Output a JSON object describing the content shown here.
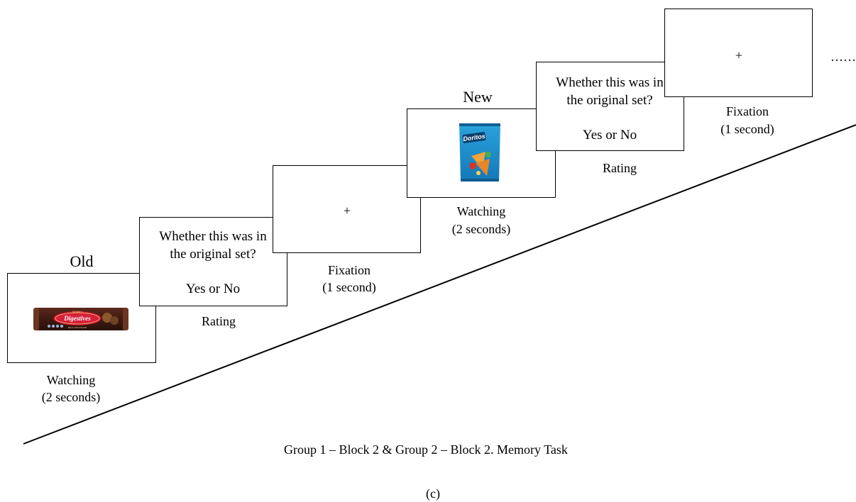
{
  "labels": {
    "old": "Old",
    "new": "New",
    "question_line1": "Whether this was in",
    "question_line2": "the original set?",
    "answer": "Yes or No",
    "fixation_symbol": "+",
    "continuation": "……",
    "watching": "Watching",
    "watching_duration": "(2 seconds)",
    "rating": "Rating",
    "fixation": "Fixation",
    "fixation_duration": "(1 second)"
  },
  "images": {
    "old_item": {
      "brand": "McVitie's",
      "name": "Digestives",
      "variant": "MILK CHOCOLATE"
    },
    "new_item": {
      "brand": "Doritos"
    }
  },
  "caption": "Group 1 – Block 2 & Group 2 – Block 2. Memory Task",
  "panel_label": "(c)"
}
